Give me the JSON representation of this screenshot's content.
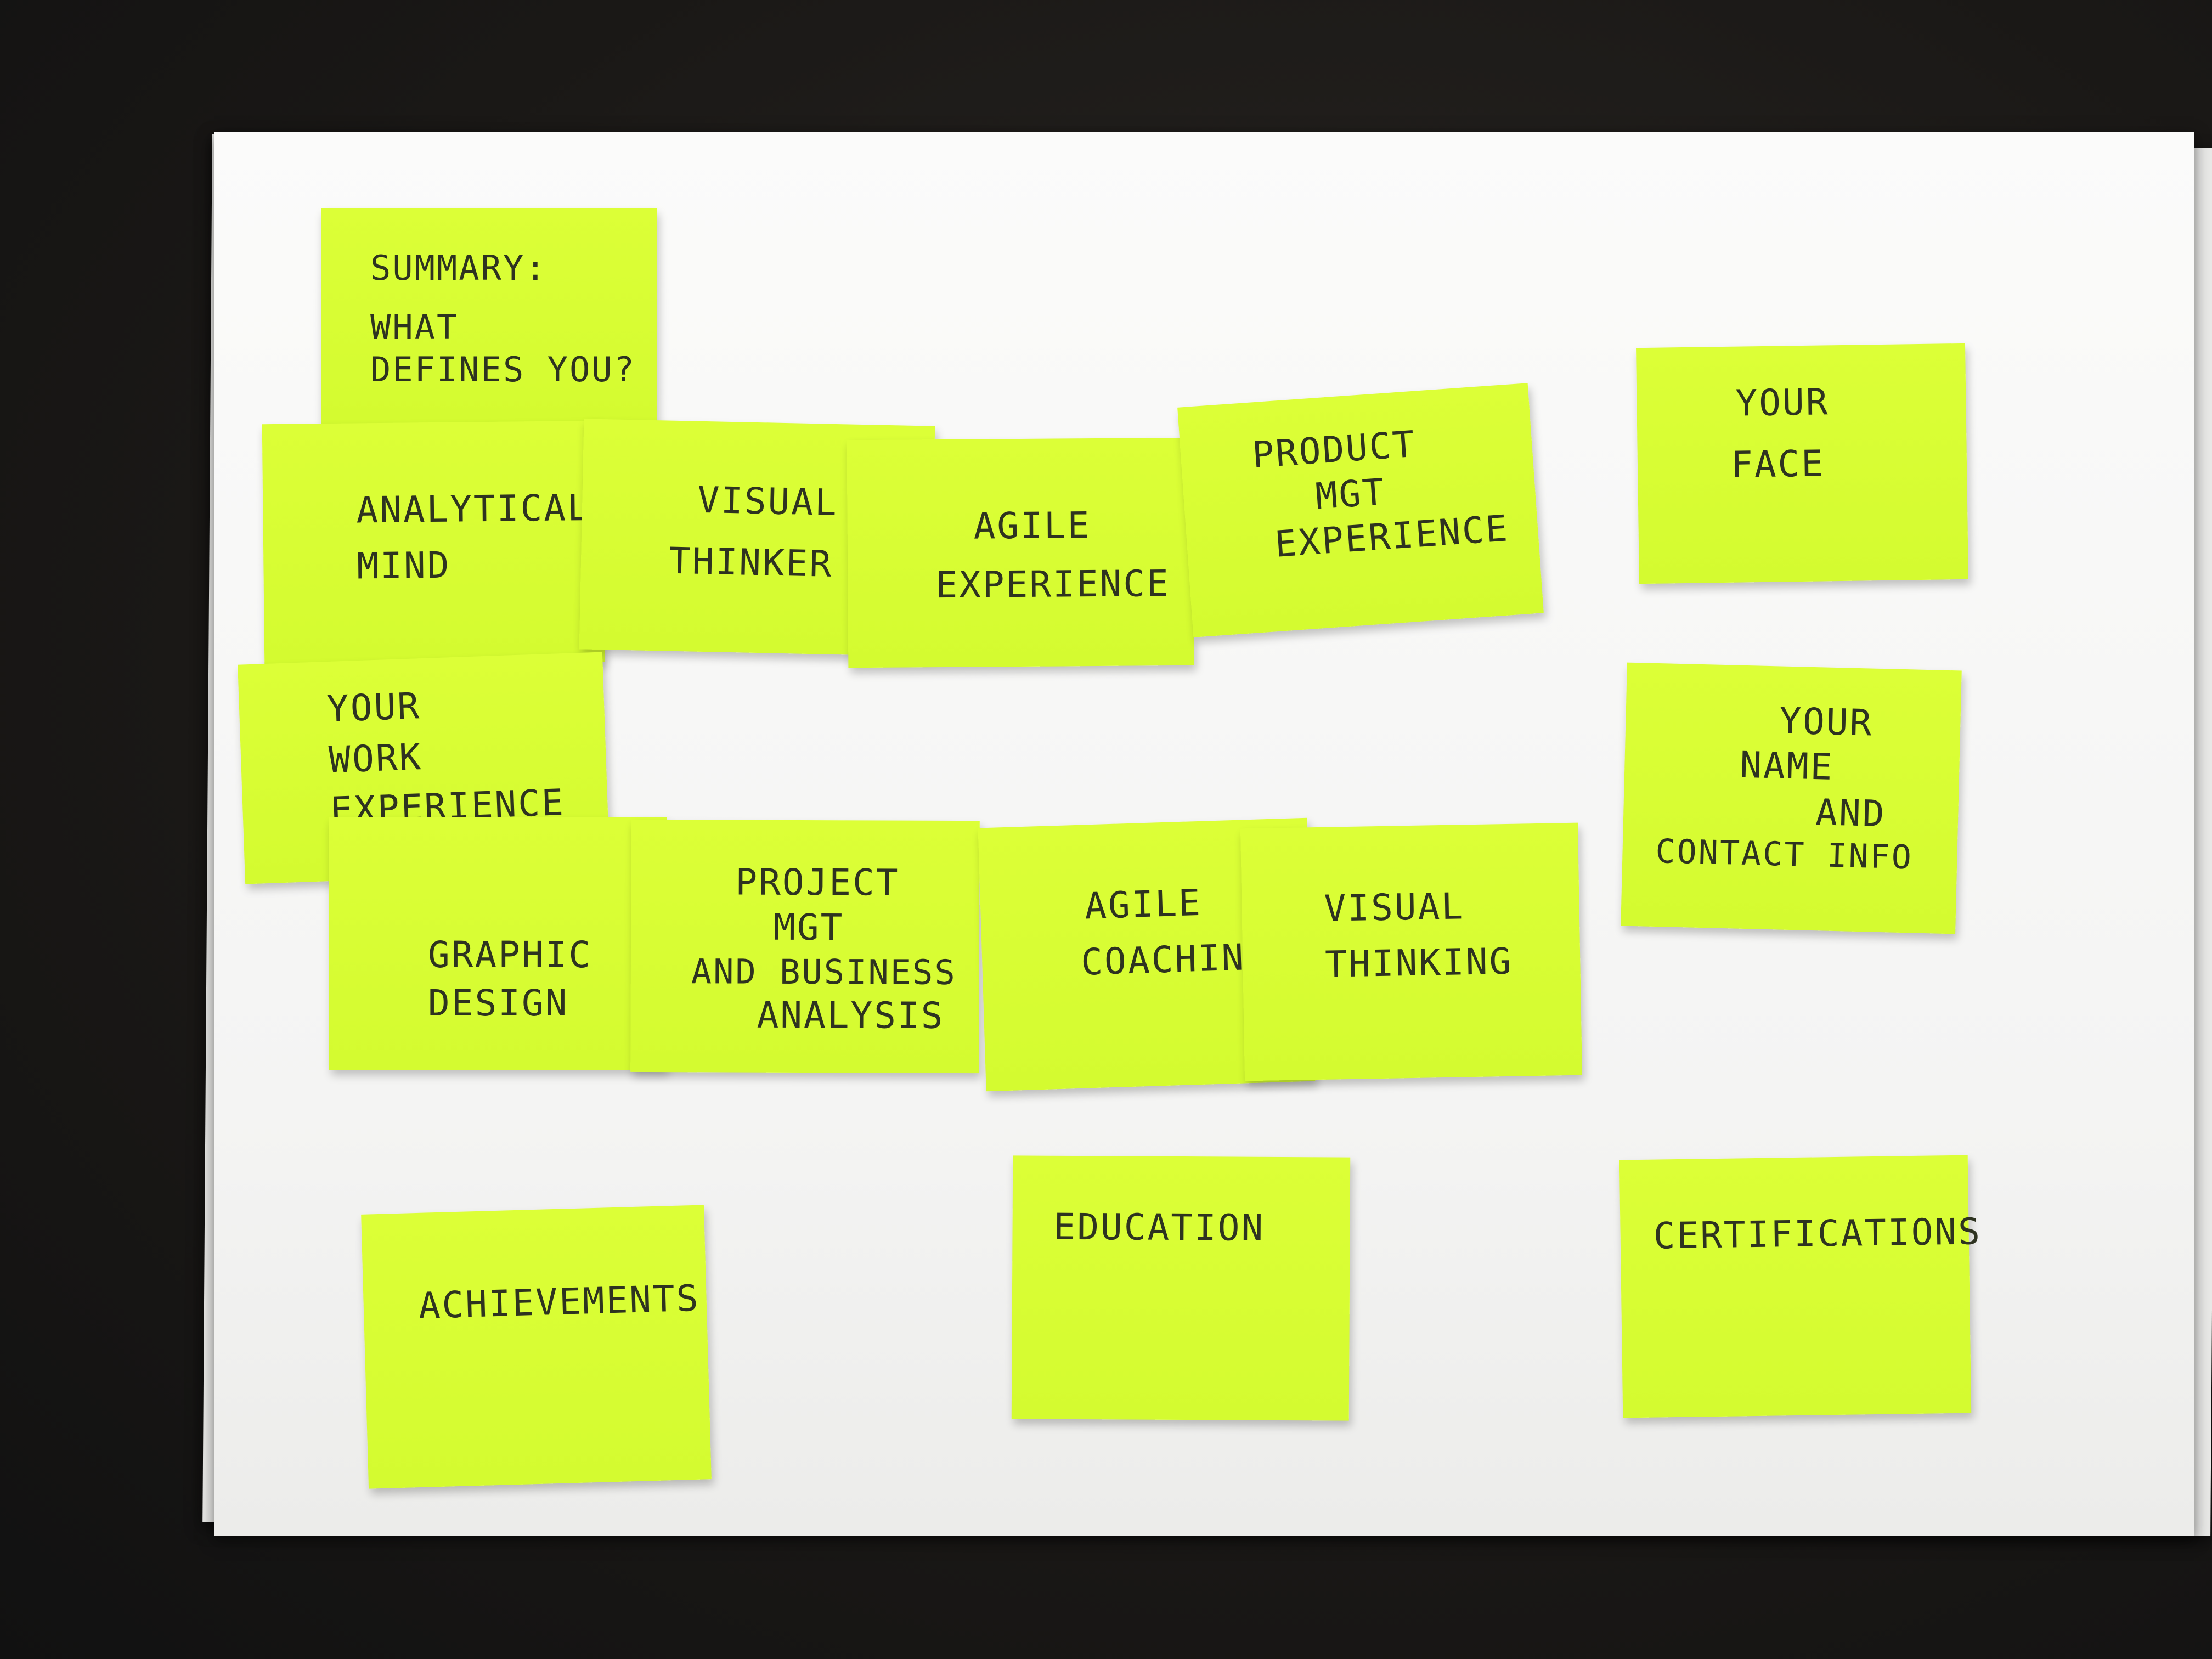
{
  "notes": {
    "summary": {
      "line1": "SUMMARY:",
      "line2": "WHAT",
      "line3": "DEFINES YOU?"
    },
    "analytical_mind": {
      "line1": "ANALYTICAL",
      "line2": "MIND"
    },
    "visual_thinker": {
      "line1": "VISUAL",
      "line2": "THINKER"
    },
    "agile_experience": {
      "line1": "AGILE",
      "line2": "EXPERIENCE"
    },
    "product_mgt_experience": {
      "line1": "PRODUCT",
      "line2": "MGT",
      "line3": "EXPERIENCE"
    },
    "your_face": {
      "line1": "YOUR",
      "line2": "FACE"
    },
    "your_work_experience": {
      "line1": "YOUR",
      "line2": "WORK",
      "line3": "EXPERIENCE"
    },
    "your_name_contact": {
      "line1": "YOUR",
      "line2": "NAME",
      "line3": "AND",
      "line4": "CONTACT INFO"
    },
    "graphic_design": {
      "line1": "GRAPHIC",
      "line2": "DESIGN"
    },
    "project_mgt": {
      "line1": "PROJECT",
      "line2": "MGT",
      "line3": "AND BUSINESS",
      "line4": "ANALYSIS"
    },
    "agile_coaching": {
      "line1": "AGILE",
      "line2": "COACHING"
    },
    "visual_thinking": {
      "line1": "VISUAL",
      "line2": "THINKING"
    },
    "achievements": {
      "line1": "ACHIEVEMENTS"
    },
    "education": {
      "line1": "EDUCATION"
    },
    "certifications": {
      "line1": "CERTIFICATIONS"
    }
  },
  "colors": {
    "note": "#d8fd33",
    "ink": "#2e3320",
    "paper": "#f7f7f6",
    "desk": "#1c1a18"
  }
}
